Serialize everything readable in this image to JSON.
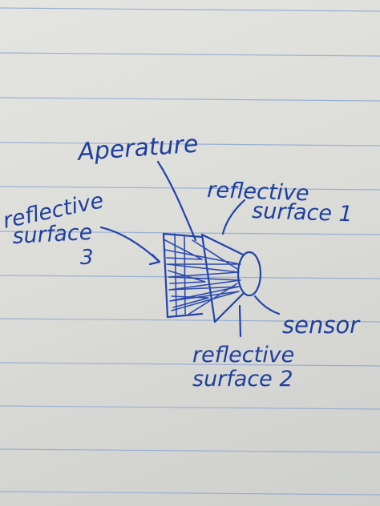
{
  "labels": {
    "aperture": "Aperature",
    "surface1_line1": "reflective",
    "surface1_line2": "surface 1",
    "surface3_line1": "reflective",
    "surface3_line2": "surface",
    "surface3_num": "3",
    "sensor": "sensor",
    "surface2_line1": "reflective",
    "surface2_line2": "surface 2"
  },
  "colors": {
    "ink": "#2244a8",
    "paper": "#dcdcd9",
    "rule_line": "#8fa9cf"
  }
}
